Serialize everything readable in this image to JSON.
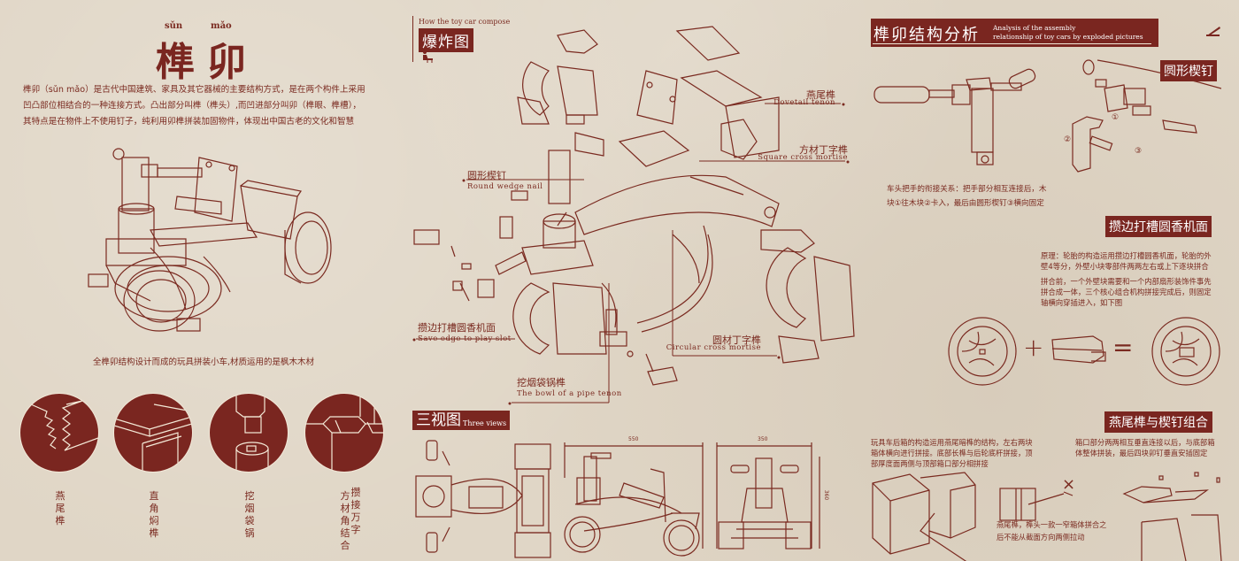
{
  "colors": {
    "background": "#e0d6c6",
    "accent": "#7a2620",
    "ink": "#7a2a20"
  },
  "left_panel": {
    "pinyin": [
      "sǔn",
      "mǎo"
    ],
    "title": "榫卯",
    "intro_lines": [
      "榫卯（sǔn mǎo）是古代中国建筑、家具及其它器械的主要结构方式，是在两个构件上采用",
      "凹凸部位相结合的一种连接方式。凸出部分叫榫（榫头）,而凹进部分叫卯（榫眼、榫槽），",
      "其特点是在物件上不使用钉子，纯利用卯榫拼装加固物件，体现出中国古老的文化和智慧"
    ],
    "caption": "全榫卯结构设计而成的玩具拼装小车,材质运用的是枫木木材",
    "joints": [
      {
        "icon": "dovetail-joint-icon",
        "label": [
          "燕",
          "尾",
          "榫"
        ]
      },
      {
        "icon": "right-angle-joint-icon",
        "label": [
          "直",
          "角",
          "焖",
          "榫"
        ]
      },
      {
        "icon": "pipe-bowl-joint-icon",
        "label": [
          "挖",
          "烟",
          "袋",
          "锅"
        ]
      },
      {
        "icon": "square-cross-joint-icon",
        "label_col1": [
          "方",
          "材",
          "角",
          "结",
          "合"
        ],
        "label_col2": [
          "攒",
          "接",
          "万",
          "字"
        ]
      }
    ]
  },
  "explode_section": {
    "subtitle_en": "How the toy car compose",
    "title": "爆炸图",
    "callouts": [
      {
        "cn": "燕尾榫",
        "en": "Dovetail tenon"
      },
      {
        "cn": "方材丁字榫",
        "en": "Square cross mortise"
      },
      {
        "cn": "圆形楔钉",
        "en": "Round wedge nail"
      },
      {
        "cn": "攒边打槽圆香机面",
        "en": "Save edge to play slot"
      },
      {
        "cn": "圆材丁字榫",
        "en": "Circular cross mortise"
      },
      {
        "cn": "挖烟袋锅榫",
        "en": "The bowl of a pipe tenon"
      }
    ]
  },
  "three_views": {
    "title": "三视图",
    "title_en": "Three views",
    "dimensions": {
      "side_width": "550",
      "front_width": "350",
      "front_height": "360"
    }
  },
  "analysis": {
    "title": "榫卯结构分析",
    "title_en_1": "Analysis of the assembly",
    "title_en_2": "relationship of toy cars by exploded pictures",
    "wedge": {
      "heading": "圆形楔钉",
      "markers": [
        "①",
        "②",
        "③"
      ],
      "text_lines": [
        "车头把手的衔接关系：把手部分相互连接后，木",
        "块①往木块②卡入，最后由圆形楔钉③横向固定"
      ]
    },
    "slot": {
      "heading": "攒边打槽圆香机面",
      "para1": [
        "原理：轮胎的构造运用攒边打槽圆香机面，轮胎的外",
        "壁4等分，外壁小块零部件两两左右或上下逐块拼合"
      ],
      "para2": [
        "拼合前，一个外壁块需要和一个内部扇形装饰件事先",
        "拼合成一体，三个核心组合机构拼接完成后，则固定",
        "轴横向穿插进入，如下图"
      ],
      "plus": "+",
      "equals": "="
    },
    "dovetail_combo": {
      "heading": "燕尾榫与楔钉组合",
      "left_text": [
        "玩具车后箱的构造运用燕尾暗榫的结构，左右两块",
        "箱体横向进行拼接。底部长榫与后轮底杆拼接，顶",
        "部厚度面两侧与顶部箱口部分相拼接"
      ],
      "right_text": [
        "箱口部分两两相互垂直连接以后，与底部箱",
        "体整体拼装，最后四块卯钉垂直安插固定"
      ],
      "note": [
        "燕尾榫，榫头一款一窄箱体拼合之",
        "后不能从截面方向两侧拉动"
      ],
      "cross": "×"
    }
  }
}
